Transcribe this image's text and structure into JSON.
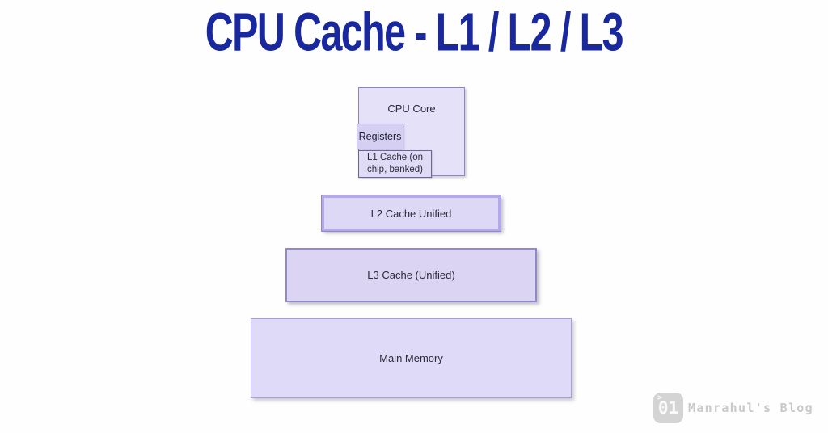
{
  "title": "CPU Cache - L1 / L2 / L3",
  "diagram": {
    "cpu_core_label": "CPU Core",
    "registers_label": "Registers",
    "l1_label": "L1 Cache (on chip, banked)",
    "l2_label": "L2 Cache Unified",
    "l3_label": "L3 Cache (Unified)",
    "main_memory_label": "Main Memory"
  },
  "watermark": {
    "badge_text": "01",
    "badge_caret": ">",
    "blog_name": "Manrahul's Blog"
  },
  "colors": {
    "title_blue": "#19289d",
    "box_fill_light": "#e4e1f8",
    "box_fill_mid": "#ded8f7",
    "box_border_purple": "#9288cc",
    "box_text": "#2b2b3b",
    "watermark_gray": "#c9c9c9"
  }
}
